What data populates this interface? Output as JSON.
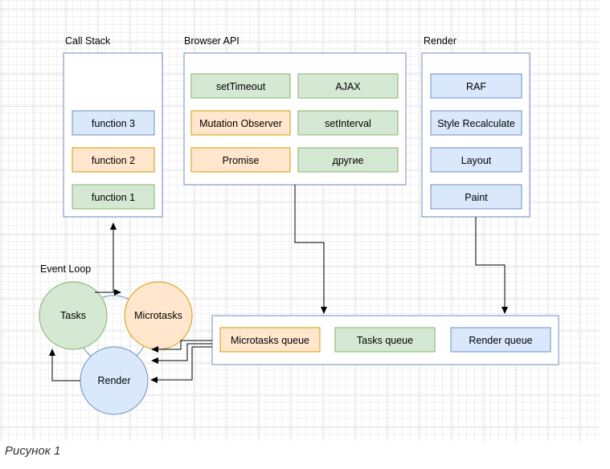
{
  "colors": {
    "blue_fill": "#dae8fc",
    "blue_stroke": "#6c8ebf",
    "green_fill": "#d5e8d4",
    "green_stroke": "#82b366",
    "orange_fill": "#ffe6cc",
    "orange_stroke": "#d79b00",
    "container_stroke": "#6c8ebf"
  },
  "call_stack": {
    "title": "Call Stack",
    "items": [
      "function 3",
      "function 2",
      "function 1"
    ]
  },
  "browser_api": {
    "title": "Browser API",
    "items": [
      "setTimeout",
      "AJAX",
      "Mutation Observer",
      "setInterval",
      "Promise",
      "другие"
    ]
  },
  "render": {
    "title": "Render",
    "items": [
      "RAF",
      "Style Recalculate",
      "Layout",
      "Paint"
    ]
  },
  "event_loop": {
    "title": "Event Loop",
    "tasks": "Tasks",
    "microtasks": "Microtasks",
    "render": "Render"
  },
  "queues": {
    "microtasks": "Microtasks queue",
    "tasks": "Tasks queue",
    "render": "Render queue"
  },
  "caption": "Рисунок 1"
}
